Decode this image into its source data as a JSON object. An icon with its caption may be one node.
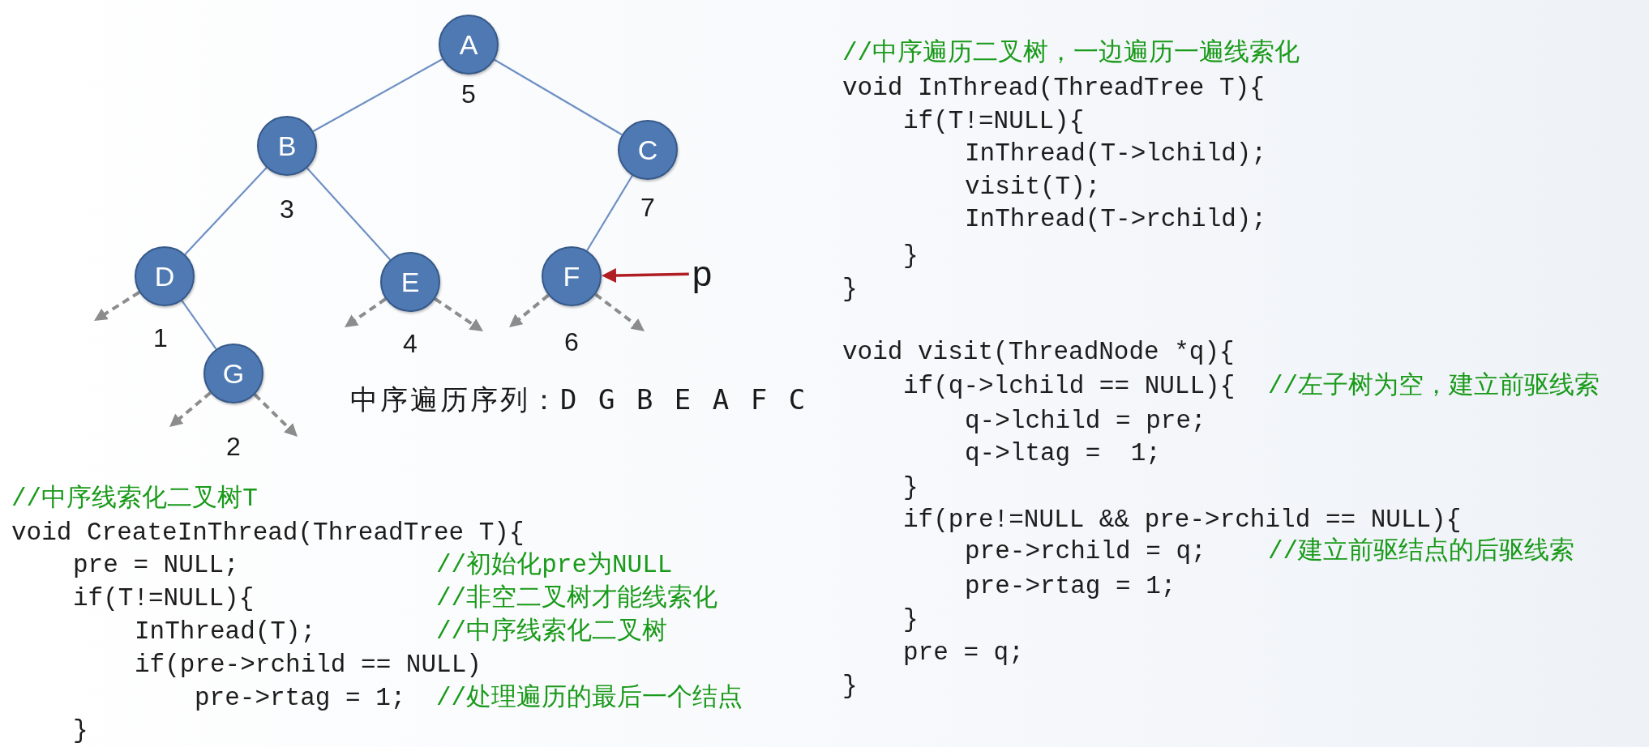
{
  "diagram": {
    "nodes": [
      {
        "text": [
          "A"
        ],
        "beside": [
          "5"
        ]
      },
      {
        "text": [
          "B"
        ],
        "beside": [
          "3"
        ]
      },
      {
        "text": [
          "C"
        ],
        "beside": [
          "7"
        ]
      },
      {
        "text": [
          "D"
        ],
        "beside": [
          "1"
        ]
      },
      {
        "text": [
          "E"
        ],
        "beside": [
          "4"
        ]
      },
      {
        "text": [
          "F"
        ],
        "beside": [
          "6"
        ]
      },
      {
        "text": [
          "p"
        ]
      },
      {
        "text": [
          "G"
        ],
        "beside": [
          "2"
        ]
      }
    ],
    "edges": [
      {
        "from": 0,
        "to": 1,
        "arrow": "none",
        "color": "#6f90c4"
      },
      {
        "from": 0,
        "to": 2,
        "arrow": "none",
        "color": "#6f90c4"
      },
      {
        "from": 1,
        "to": 3,
        "arrow": "none",
        "color": "#6f90c4"
      },
      {
        "from": 1,
        "to": 4,
        "arrow": "none",
        "color": "#6f90c4"
      },
      {
        "from": 2,
        "to": 5,
        "arrow": "none",
        "color": "#6f90c4"
      },
      {
        "from": 3,
        "to": 7,
        "arrow": "none",
        "color": "#6f90c4"
      },
      {
        "from": 6,
        "to": 5,
        "arrow": "to",
        "color": "#b01e24"
      },
      {
        "from": 3,
        "to": null,
        "arrow": "to",
        "style": "dashed"
      },
      {
        "from": 4,
        "to": null,
        "arrow": "to",
        "style": "dashed"
      },
      {
        "from": 4,
        "to": null,
        "arrow": "to",
        "style": "dashed"
      },
      {
        "from": 5,
        "to": null,
        "arrow": "to",
        "style": "dashed"
      },
      {
        "from": 5,
        "to": null,
        "arrow": "to",
        "style": "dashed"
      },
      {
        "from": 7,
        "to": null,
        "arrow": "to",
        "style": "dashed"
      },
      {
        "from": 7,
        "to": null,
        "arrow": "to",
        "style": "dashed"
      }
    ],
    "labels": [
      "中序遍历序列：D G B E A F C",
      "//中序线索化二叉树T",
      "void CreateInThread(ThreadTree T){",
      "pre = NULL;",
      "//初始化pre为NULL",
      "if(T!=NULL){",
      "//非空二叉树才能线索化",
      "InThread(T);",
      "//中序线索化二叉树",
      "if(pre->rchild == NULL)",
      "pre->rtag = 1;",
      "//处理遍历的最后一个结点",
      "}",
      "//中序遍历二叉树，一边遍历一遍线索化",
      "void InThread(ThreadTree T){",
      "if(T!=NULL){",
      "InThread(T->lchild);",
      "visit(T);",
      "InThread(T->rchild);",
      "}",
      "}",
      "void visit(ThreadNode *q){",
      "if(q->lchild == NULL){",
      "//左子树为空，建立前驱线索",
      "q->lchild = pre;",
      "q->ltag =  1;",
      "}",
      "if(pre!=NULL && pre->rchild == NULL){",
      "pre->rchild = q;",
      "//建立前驱结点的后驱线索",
      "pre->rtag = 1;",
      "}",
      "pre = q;",
      "}"
    ]
  }
}
